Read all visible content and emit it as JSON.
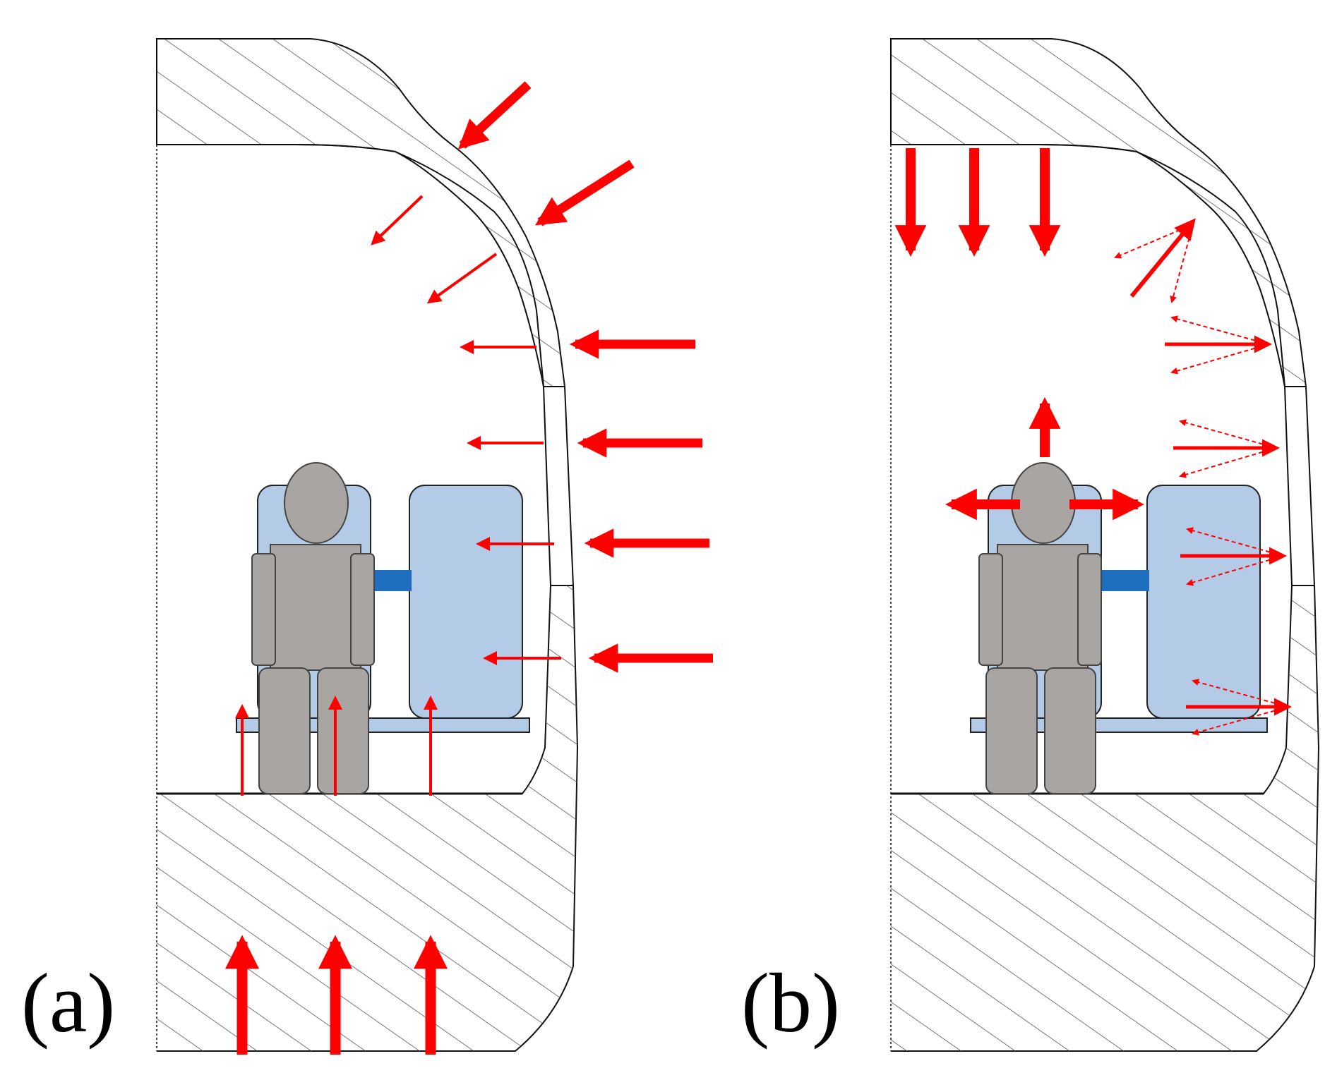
{
  "panels": [
    {
      "id": "a",
      "label": "(a)"
    },
    {
      "id": "b",
      "label": "(b)"
    }
  ],
  "colors": {
    "arrow": "#ff0000",
    "seat": "#b4cbe8",
    "seat_outline": "#222222",
    "connector": "#1f6fc0",
    "person": "#a9a5a3",
    "person_outline": "#444444",
    "hatch": "#555555",
    "outline": "#111111"
  },
  "icons": {
    "person": "occupant-figure-icon",
    "seat": "seat-icon"
  }
}
